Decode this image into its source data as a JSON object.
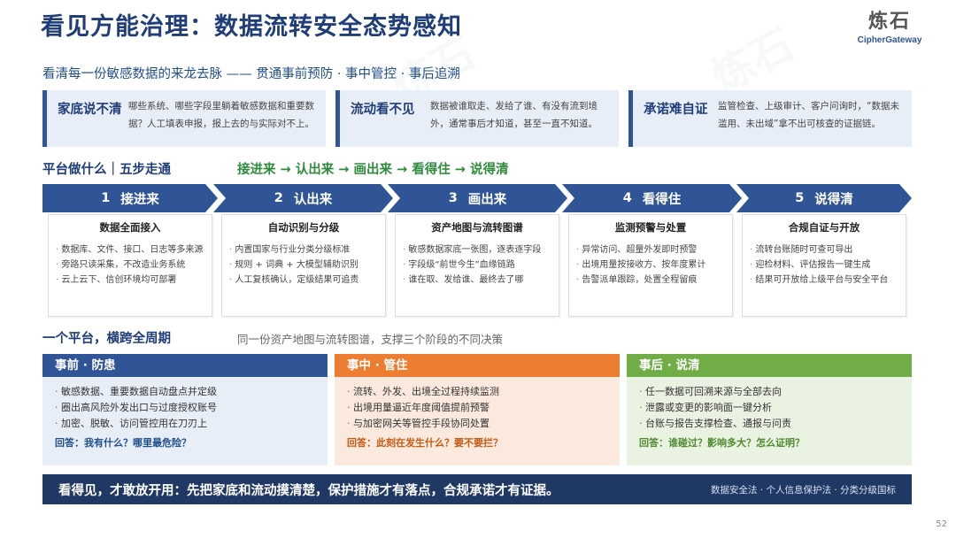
{
  "header": {
    "title": "看见方能治理：数据流转安全态势感知",
    "logo_cn": "炼石",
    "logo_en": "CipherGateway",
    "subtitle": "看清每一份敏感数据的来龙去脉 —— 贯通事前预防 · 事中管控 · 事后追溯"
  },
  "problems": [
    {
      "title": "家底说不清",
      "text": "哪些系统、哪些字段里躺着敏感数据和重要数据？人工填表申报，报上去的与实际对不上。"
    },
    {
      "title": "流动看不见",
      "text": "数据被谁取走、发给了谁、有没有流到境外，通常事后才知道，甚至一直不知道。"
    },
    {
      "title": "承诺难自证",
      "text": "监管检查、上级审计、客户问询时，“数据未滥用、未出域”拿不出可核查的证据链。"
    }
  ],
  "platform": {
    "heading": "平台做什么｜五步走通",
    "flow": "接进来 → 认出来 → 画出来 → 看得住 → 说得清"
  },
  "steps": [
    {
      "num": "1",
      "label": "接进来"
    },
    {
      "num": "2",
      "label": "认出来"
    },
    {
      "num": "3",
      "label": "画出来"
    },
    {
      "num": "4",
      "label": "看得住"
    },
    {
      "num": "5",
      "label": "说得清"
    }
  ],
  "cards": [
    {
      "title": "数据全面接入",
      "items": [
        "数据库、文件、接口、日志等多来源",
        "旁路只读采集，不改造业务系统",
        "云上云下、信创环境均可部署"
      ]
    },
    {
      "title": "自动识别与分级",
      "items": [
        "内置国家与行业分类分级标准",
        "规则 + 词典 + 大模型辅助识别",
        "人工复核确认，定级结果可追责"
      ]
    },
    {
      "title": "资产地图与流转图谱",
      "items": [
        "敏感数据家底一张图，逐表逐字段",
        "字段级“前世今生”血缘链路",
        "谁在取、发给谁、最终去了哪"
      ]
    },
    {
      "title": "监测预警与处置",
      "items": [
        "异常访问、超量外发即时预警",
        "出境用量按接收方、按年度累计",
        "告警派单跟踪，处置全程留痕"
      ]
    },
    {
      "title": "合规自证与开放",
      "items": [
        "流转台账随时可查可导出",
        "迎检材料、评估报告一键生成",
        "结果可开放给上级平台与安全平台"
      ]
    }
  ],
  "one_platform": {
    "heading": "一个平台，横跨全周期",
    "sub": "同一份资产地图与流转图谱，支撑三个阶段的不同决策"
  },
  "phases": [
    {
      "title": "事前 · 防患",
      "items": [
        "敏感数据、重要数据自动盘点并定级",
        "圈出高风险外发出口与过度授权账号",
        "加密、脱敏、访问管控用在刀刃上"
      ],
      "answer": "回答：我有什么？哪里最危险？"
    },
    {
      "title": "事中 · 管住",
      "items": [
        "流转、外发、出境全过程持续监测",
        "出境用量逼近年度阈值提前预警",
        "与加密网关等管控手段协同处置"
      ],
      "answer": "回答：此刻在发生什么？要不要拦？"
    },
    {
      "title": "事后 · 说清",
      "items": [
        "任一数据可回溯来源与全部去向",
        "泄露或变更的影响面一键分析",
        "台账与报告支撑检查、通报与问责"
      ],
      "answer": "回答：谁碰过？影响多大？怎么证明？"
    }
  ],
  "footer": {
    "banner": "看得见，才敢放开用：先把家底和流动摸清楚，保护措施才有落点，合规承诺才有证据。",
    "laws": "数据安全法 · 个人信息保护法 · 分类分级国标",
    "page": "52"
  }
}
